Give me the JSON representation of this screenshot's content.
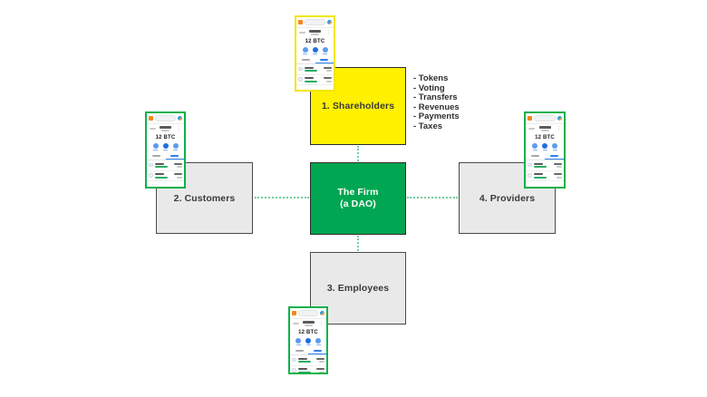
{
  "diagram": {
    "center": {
      "label_line1": "The Firm",
      "label_line2": "(a DAO)",
      "fill": "#00A651",
      "text_color": "#ffffff"
    },
    "nodes": [
      {
        "id": "shareholders",
        "label": "1. Shareholders",
        "fill": "#FFF100"
      },
      {
        "id": "customers",
        "label": "2. Customers",
        "fill": "#E9E9E9"
      },
      {
        "id": "employees",
        "label": "3. Employees",
        "fill": "#E9E9E9"
      },
      {
        "id": "providers",
        "label": "4. Providers",
        "fill": "#E9E9E9"
      }
    ],
    "features": [
      "- Tokens",
      "- Voting",
      "- Transfers",
      "- Revenues",
      "- Payments",
      "- Taxes"
    ],
    "connector_color": "#72CF9B"
  },
  "wallet": {
    "balance": "12 BTC",
    "menu_glyph": "⋮",
    "border_green": "#0DB14B",
    "border_yellow": "#F2E600"
  }
}
